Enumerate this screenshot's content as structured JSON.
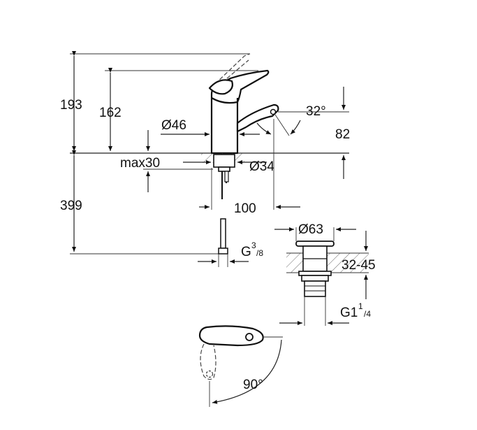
{
  "dimensions": {
    "h_total": "193",
    "h_spout": "162",
    "h_below": "399",
    "dia_body": "Ø46",
    "max_thickness": "max30",
    "dia_hole": "Ø34",
    "projection": "100",
    "angle_spout": "32°",
    "spout_height": "82",
    "connection": "G",
    "connection_sup": "3",
    "connection_sub": "/8",
    "dia_waste": "Ø63",
    "waste_thickness": "32-45",
    "waste_thread": "G1",
    "waste_thread_sup": "1",
    "waste_thread_sub": "/4",
    "lever_angle": "90°"
  }
}
